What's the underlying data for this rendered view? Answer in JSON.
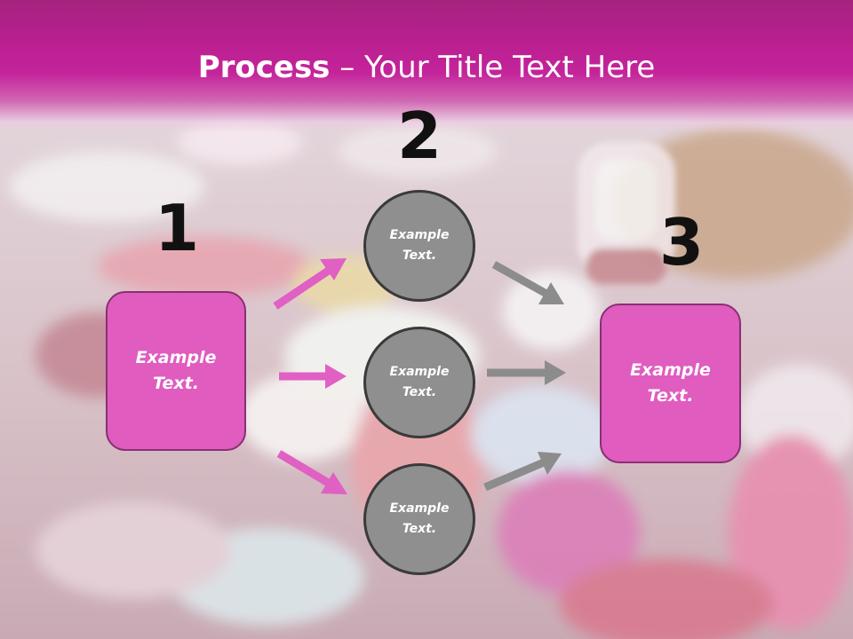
{
  "slide": {
    "title_bold": "Process",
    "title_rest": " – Your Title Text Here",
    "step_numbers": [
      "1",
      "2",
      "3"
    ],
    "left_box_text": "Example\nText.",
    "right_box_text": "Example\nText.",
    "circles": [
      {
        "text": "Example\nText."
      },
      {
        "text": "Example\nText."
      },
      {
        "text": "Example\nText."
      }
    ]
  },
  "colors": {
    "header": "#b91f8f",
    "box_fill": "#e05cbf",
    "box_border": "#8a2f74",
    "circle_fill": "#8f8f8f",
    "circle_border": "#3a3a3a",
    "pink_arrow": "#e060c4",
    "gray_arrow": "#8c8c8c"
  },
  "icons": [
    "pills-background-image"
  ]
}
